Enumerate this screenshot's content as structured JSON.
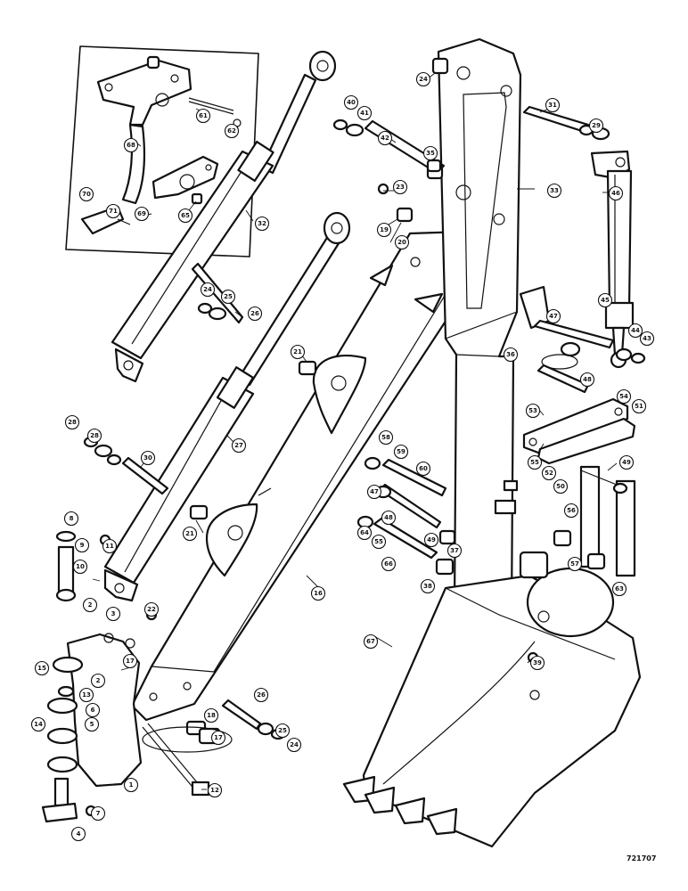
{
  "diagram": {
    "plate_number": "721707",
    "callouts": [
      {
        "id": "c1",
        "label": "1"
      },
      {
        "id": "c2",
        "label": "2"
      },
      {
        "id": "c2b",
        "label": "2"
      },
      {
        "id": "c3",
        "label": "3"
      },
      {
        "id": "c4",
        "label": "4"
      },
      {
        "id": "c5",
        "label": "5"
      },
      {
        "id": "c6",
        "label": "6"
      },
      {
        "id": "c7",
        "label": "7"
      },
      {
        "id": "c8",
        "label": "8"
      },
      {
        "id": "c9",
        "label": "9"
      },
      {
        "id": "c10",
        "label": "10"
      },
      {
        "id": "c11",
        "label": "11"
      },
      {
        "id": "c12",
        "label": "12"
      },
      {
        "id": "c13",
        "label": "13"
      },
      {
        "id": "c14",
        "label": "14"
      },
      {
        "id": "c15",
        "label": "15"
      },
      {
        "id": "c16",
        "label": "16"
      },
      {
        "id": "c17",
        "label": "17"
      },
      {
        "id": "c17b",
        "label": "17"
      },
      {
        "id": "c18",
        "label": "18"
      },
      {
        "id": "c19",
        "label": "19"
      },
      {
        "id": "c20",
        "label": "20"
      },
      {
        "id": "c21",
        "label": "21"
      },
      {
        "id": "c21b",
        "label": "21"
      },
      {
        "id": "c22",
        "label": "22"
      },
      {
        "id": "c23",
        "label": "23"
      },
      {
        "id": "c24",
        "label": "24"
      },
      {
        "id": "c24b",
        "label": "24"
      },
      {
        "id": "c24c",
        "label": "24"
      },
      {
        "id": "c25",
        "label": "25"
      },
      {
        "id": "c25b",
        "label": "25"
      },
      {
        "id": "c26",
        "label": "26"
      },
      {
        "id": "c26b",
        "label": "26"
      },
      {
        "id": "c27",
        "label": "27"
      },
      {
        "id": "c28",
        "label": "28"
      },
      {
        "id": "c28b",
        "label": "28"
      },
      {
        "id": "c29",
        "label": "29"
      },
      {
        "id": "c30",
        "label": "30"
      },
      {
        "id": "c31",
        "label": "31"
      },
      {
        "id": "c32",
        "label": "32"
      },
      {
        "id": "c33",
        "label": "33"
      },
      {
        "id": "c35",
        "label": "35"
      },
      {
        "id": "c36",
        "label": "36"
      },
      {
        "id": "c37",
        "label": "37"
      },
      {
        "id": "c38",
        "label": "38"
      },
      {
        "id": "c39",
        "label": "39"
      },
      {
        "id": "c40",
        "label": "40"
      },
      {
        "id": "c41",
        "label": "41"
      },
      {
        "id": "c42",
        "label": "42"
      },
      {
        "id": "c43",
        "label": "43"
      },
      {
        "id": "c44",
        "label": "44"
      },
      {
        "id": "c45",
        "label": "45"
      },
      {
        "id": "c46",
        "label": "46"
      },
      {
        "id": "c47",
        "label": "47"
      },
      {
        "id": "c47b",
        "label": "47"
      },
      {
        "id": "c48",
        "label": "48"
      },
      {
        "id": "c48b",
        "label": "48"
      },
      {
        "id": "c49",
        "label": "49"
      },
      {
        "id": "c49b",
        "label": "49"
      },
      {
        "id": "c50",
        "label": "50"
      },
      {
        "id": "c51",
        "label": "51"
      },
      {
        "id": "c52",
        "label": "52"
      },
      {
        "id": "c53",
        "label": "53"
      },
      {
        "id": "c54",
        "label": "54"
      },
      {
        "id": "c55",
        "label": "55"
      },
      {
        "id": "c55b",
        "label": "55"
      },
      {
        "id": "c56",
        "label": "56"
      },
      {
        "id": "c57",
        "label": "57"
      },
      {
        "id": "c58",
        "label": "58"
      },
      {
        "id": "c59",
        "label": "59"
      },
      {
        "id": "c60",
        "label": "60"
      },
      {
        "id": "c61",
        "label": "61"
      },
      {
        "id": "c62",
        "label": "62"
      },
      {
        "id": "c63",
        "label": "63"
      },
      {
        "id": "c64",
        "label": "64"
      },
      {
        "id": "c65",
        "label": "65"
      },
      {
        "id": "c66",
        "label": "66"
      },
      {
        "id": "c67",
        "label": "67"
      },
      {
        "id": "c68",
        "label": "68"
      },
      {
        "id": "c69",
        "label": "69"
      },
      {
        "id": "c70",
        "label": "70"
      },
      {
        "id": "c71",
        "label": "71"
      }
    ]
  }
}
